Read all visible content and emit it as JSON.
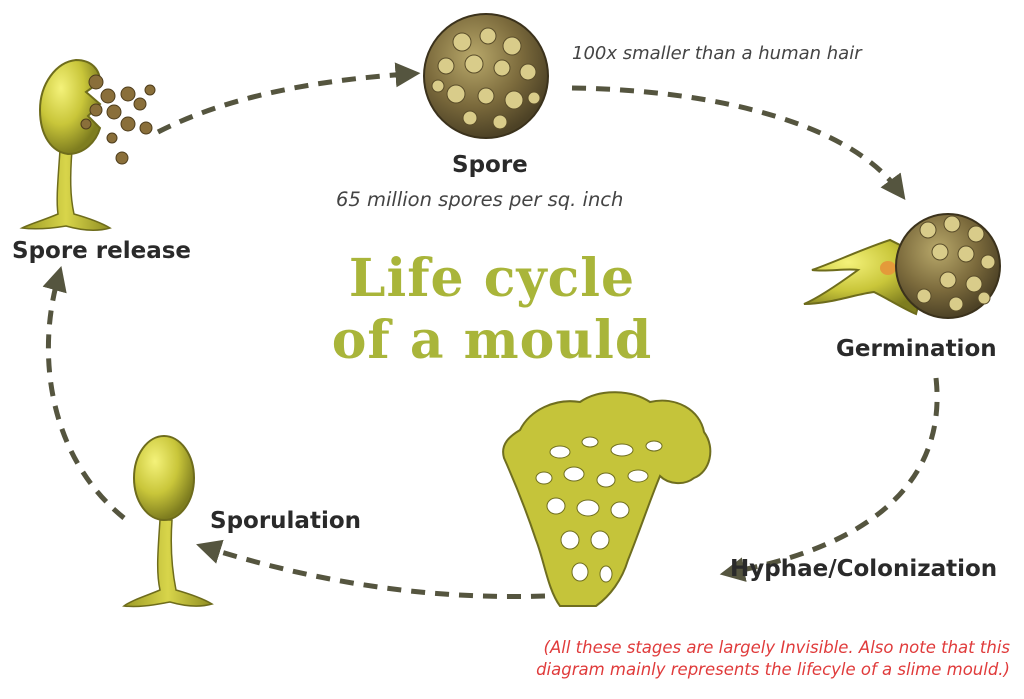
{
  "title": {
    "line1": "Life cycle",
    "line2": "of a mould"
  },
  "stages": {
    "spore": {
      "label": "Spore",
      "size_note": "100x smaller than a human hair",
      "count_note": "65 million spores per sq. inch"
    },
    "germination": {
      "label": "Germination"
    },
    "hyphae": {
      "label": "Hyphae/Colonization"
    },
    "sporulation": {
      "label": "Sporulation"
    },
    "spore_release": {
      "label": "Spore release"
    }
  },
  "disclaimer": {
    "line1": "(All these stages are largely Invisible. Also note that this",
    "line2": "diagram mainly represents the lifecyle of a slime mould.)"
  },
  "colors": {
    "title": "#a9b53a",
    "arrow": "#55553f",
    "disclaimer": "#e03b3b",
    "mould": "#c5c43a",
    "spore": "#7d6b3b"
  },
  "icons": [
    "spore-icon",
    "germination-icon",
    "hyphae-icon",
    "sporulation-icon",
    "spore-release-icon"
  ]
}
